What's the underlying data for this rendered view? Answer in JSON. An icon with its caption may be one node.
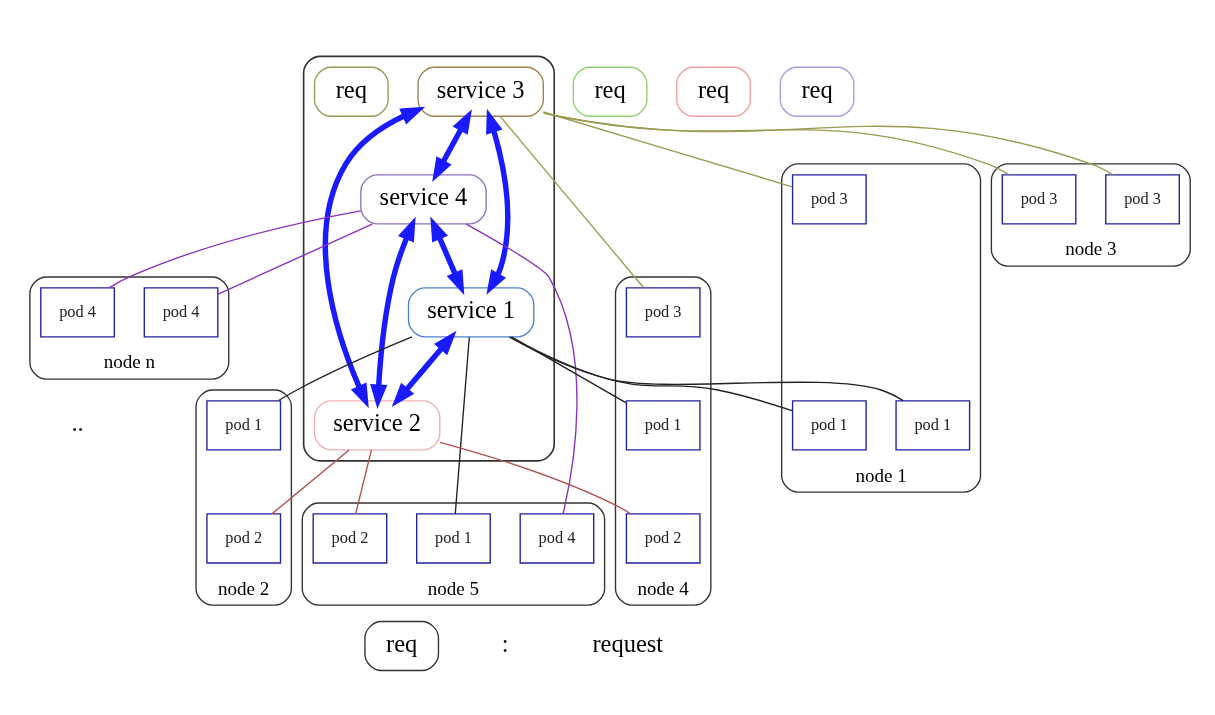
{
  "diagram": {
    "nodes": [
      {
        "text": [],
        "shape": "cloud"
      },
      {
        "text": [
          "service 3"
        ],
        "in": 0
      },
      {
        "text": [
          "service 4"
        ],
        "in": 0
      },
      {
        "text": [
          "req"
        ],
        "in": 0
      },
      {
        "text": [
          "service 1"
        ],
        "in": 0
      },
      {
        "text": [
          "service 2"
        ],
        "in": 0
      },
      {
        "text": [
          "req"
        ]
      },
      {
        "text": [
          "req"
        ]
      },
      {
        "text": [
          "req"
        ]
      },
      {
        "text": [
          "node 1"
        ]
      },
      {
        "text": [
          "pod 1"
        ],
        "in": 9
      },
      {
        "text": [
          "pod 3"
        ],
        "in": 9
      },
      {
        "text": [
          "pod 1"
        ],
        "in": 9
      },
      {
        "text": [
          "node 2"
        ]
      },
      {
        "text": [
          "pod 1"
        ],
        "in": 13
      },
      {
        "text": [
          "pod 2"
        ],
        "in": 13
      },
      {
        "text": [
          "node 3"
        ]
      },
      {
        "text": [
          "pod 3"
        ],
        "in": 16
      },
      {
        "text": [
          "pod 3"
        ],
        "in": 16
      },
      {
        "text": [
          "node 4"
        ]
      },
      {
        "text": [
          "pod 1"
        ],
        "in": 19
      },
      {
        "text": [
          "pod 2"
        ],
        "in": 19
      },
      {
        "text": [
          "pod 3"
        ],
        "in": 19
      },
      {
        "text": [
          "node 5"
        ]
      },
      {
        "text": [
          "pod 2"
        ],
        "in": 23
      },
      {
        "text": [
          "pod 4"
        ],
        "in": 23
      },
      {
        "text": [
          "pod 1"
        ],
        "in": 23
      },
      {
        "text": [
          "node n"
        ]
      },
      {
        "text": [
          "pod 4"
        ],
        "in": 27
      },
      {
        "text": [
          "pod 4"
        ],
        "in": 27
      },
      {
        "text": [
          "req"
        ]
      }
    ],
    "edges": [
      {
        "from": 1,
        "to": 2,
        "arrow": "both",
        "style": "thick",
        "color": "#1a1aff"
      },
      {
        "from": 1,
        "to": 5,
        "arrow": "both",
        "style": "thick",
        "color": "#1a1aff"
      },
      {
        "from": 2,
        "to": 4,
        "arrow": "both",
        "style": "thick",
        "color": "#1a1aff"
      },
      {
        "from": 1,
        "to": 4,
        "arrow": "both",
        "style": "thick",
        "color": "#1a1aff"
      },
      {
        "from": 4,
        "to": 5,
        "arrow": "both",
        "style": "thick",
        "color": "#1a1aff"
      },
      {
        "from": 2,
        "to": 5,
        "arrow": "both",
        "style": "thick",
        "color": "#1a1aff"
      },
      {
        "from": 1,
        "to": 11,
        "arrow": "none",
        "color": "#9a9a50"
      },
      {
        "from": 1,
        "to": 17,
        "arrow": "none",
        "color": "#9a9a50"
      },
      {
        "from": 1,
        "to": 18,
        "arrow": "none",
        "color": "#9a9a50"
      },
      {
        "from": 1,
        "to": 22,
        "arrow": "none",
        "color": "#9a9a50"
      },
      {
        "from": 4,
        "to": 10,
        "arrow": "none",
        "color": "#222222"
      },
      {
        "from": 4,
        "to": 12,
        "arrow": "none",
        "color": "#222222"
      },
      {
        "from": 4,
        "to": 14,
        "arrow": "none",
        "color": "#222222"
      },
      {
        "from": 4,
        "to": 20,
        "arrow": "none",
        "color": "#222222"
      },
      {
        "from": 4,
        "to": 26,
        "arrow": "none",
        "color": "#222222"
      },
      {
        "from": 5,
        "to": 15,
        "arrow": "none",
        "color": "#b05050"
      },
      {
        "from": 5,
        "to": 21,
        "arrow": "none",
        "color": "#b05050"
      },
      {
        "from": 5,
        "to": 24,
        "arrow": "none",
        "color": "#b05050"
      },
      {
        "from": 2,
        "to": 25,
        "arrow": "none",
        "color": "#8a30c0"
      },
      {
        "from": 2,
        "to": 28,
        "arrow": "none",
        "color": "#8a30c0"
      },
      {
        "from": 2,
        "to": 29,
        "arrow": "none",
        "color": "#8a30c0"
      }
    ],
    "labels": [
      "..",
      ":",
      "request"
    ]
  }
}
